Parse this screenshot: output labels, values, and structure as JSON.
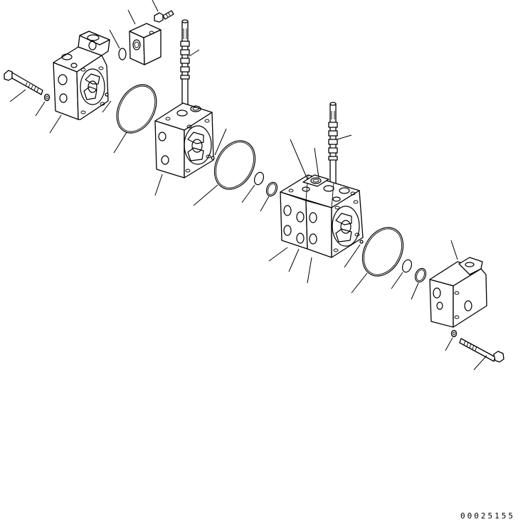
{
  "drawing": {
    "number": "00025155"
  },
  "parts": [
    {
      "name": "tie-bolt-upper"
    },
    {
      "name": "washer-upper"
    },
    {
      "name": "inlet-section-housing"
    },
    {
      "name": "flange-block"
    },
    {
      "name": "flange-bolt"
    },
    {
      "name": "flange-o-ring"
    },
    {
      "name": "large-o-ring-1"
    },
    {
      "name": "spool-1"
    },
    {
      "name": "valve-section-1"
    },
    {
      "name": "large-o-ring-2"
    },
    {
      "name": "small-o-ring-2"
    },
    {
      "name": "backup-ring-2"
    },
    {
      "name": "spool-2"
    },
    {
      "name": "valve-section-double"
    },
    {
      "name": "large-o-ring-3"
    },
    {
      "name": "small-o-ring-3"
    },
    {
      "name": "backup-ring-3"
    },
    {
      "name": "end-cover"
    },
    {
      "name": "washer-lower"
    },
    {
      "name": "tie-bolt-lower"
    }
  ]
}
